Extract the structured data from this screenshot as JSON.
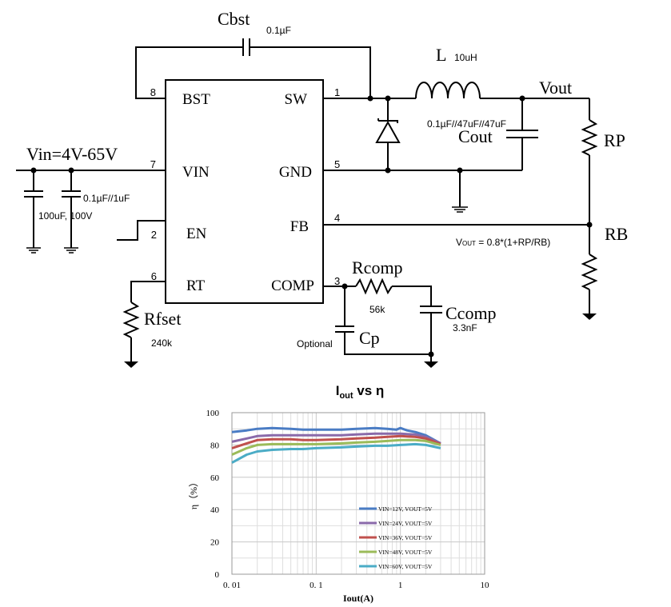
{
  "schematic": {
    "components": {
      "cbst": {
        "name": "Cbst",
        "value": "0.1µF"
      },
      "inductor": {
        "name": "L",
        "value": "10uH"
      },
      "vout": "Vout",
      "cout": {
        "name": "Cout",
        "value": "0.1µF//47uF//47uF"
      },
      "rp": "RP",
      "rb": "RB",
      "vin": "Vin=4V-65V",
      "cin_small": "0.1µF//1uF",
      "cin_bulk": "100uF, 100V",
      "rcomp": {
        "name": "Rcomp",
        "value": "56k"
      },
      "ccomp": {
        "name": "Ccomp",
        "value": "3.3nF"
      },
      "cp": {
        "name": "Cp",
        "note": "Optional"
      },
      "rfset": {
        "name": "Rfset",
        "value": "240k"
      },
      "vout_formula": {
        "prefix": "V",
        "subscript": "OUT",
        "expr": " = 0.8*(1+RP/RB)"
      }
    },
    "pins_left": [
      {
        "number": "8",
        "label": "BST"
      },
      {
        "number": "7",
        "label": "VIN"
      },
      {
        "number": "2",
        "label": "EN"
      },
      {
        "number": "6",
        "label": "RT"
      }
    ],
    "pins_right": [
      {
        "number": "1",
        "label": "SW"
      },
      {
        "number": "5",
        "label": "GND"
      },
      {
        "number": "4",
        "label": "FB"
      },
      {
        "number": "3",
        "label": "COMP"
      }
    ]
  },
  "chart_data": {
    "type": "line",
    "title": {
      "main": "I",
      "sub": "out",
      "rest": " vs η"
    },
    "xlabel": "Iout(A)",
    "ylabel": "η（%）",
    "xscale": "log",
    "xlim": [
      0.01,
      10
    ],
    "ylim": [
      0,
      100
    ],
    "xticks": [
      {
        "v": 0.01,
        "label": "0. 01"
      },
      {
        "v": 0.1,
        "label": "0. 1"
      },
      {
        "v": 1,
        "label": "1"
      },
      {
        "v": 10,
        "label": "10"
      }
    ],
    "yticks": [
      0,
      20,
      40,
      60,
      80,
      100
    ],
    "grid": true,
    "legend_position": "lower-right",
    "series": [
      {
        "name": "VIN=12V, VOUT=5V",
        "color": "#4a7cc4",
        "x": [
          0.01,
          0.015,
          0.02,
          0.03,
          0.05,
          0.07,
          0.1,
          0.2,
          0.3,
          0.5,
          0.7,
          0.9,
          1.0,
          1.2,
          1.5,
          2.0,
          3.0
        ],
        "y": [
          88,
          89,
          90,
          90.5,
          90,
          89.5,
          89.5,
          89.5,
          90,
          90.5,
          90,
          89.5,
          90.5,
          89,
          88,
          86,
          81
        ]
      },
      {
        "name": "VIN=24V, VOUT=5V",
        "color": "#8a6aaa",
        "x": [
          0.01,
          0.015,
          0.02,
          0.03,
          0.05,
          0.07,
          0.1,
          0.2,
          0.3,
          0.5,
          0.7,
          1.0,
          1.5,
          2.0,
          3.0
        ],
        "y": [
          82,
          84,
          85.5,
          86,
          86,
          86,
          86,
          86,
          86.5,
          87,
          87,
          87,
          86.5,
          85,
          81
        ]
      },
      {
        "name": "VIN=36V, VOUT=5V",
        "color": "#c0504d",
        "x": [
          0.01,
          0.015,
          0.02,
          0.03,
          0.05,
          0.07,
          0.1,
          0.2,
          0.3,
          0.5,
          0.7,
          1.0,
          1.5,
          2.0,
          3.0
        ],
        "y": [
          78,
          81,
          83,
          83.5,
          83.5,
          83,
          83,
          83.5,
          84,
          84.5,
          85,
          85.5,
          85,
          84,
          80.5
        ]
      },
      {
        "name": "VIN=48V, VOUT=5V",
        "color": "#9bbb59",
        "x": [
          0.01,
          0.015,
          0.02,
          0.03,
          0.05,
          0.07,
          0.1,
          0.2,
          0.3,
          0.5,
          0.7,
          1.0,
          1.5,
          2.0,
          3.0
        ],
        "y": [
          74,
          78,
          80,
          80.5,
          80.5,
          80.5,
          80.5,
          81,
          81.5,
          82,
          82.5,
          83,
          83,
          82.5,
          80
        ]
      },
      {
        "name": "VIN=60V, VOUT=5V",
        "color": "#4bacc6",
        "x": [
          0.01,
          0.015,
          0.02,
          0.03,
          0.05,
          0.07,
          0.1,
          0.2,
          0.3,
          0.5,
          0.7,
          1.0,
          1.5,
          2.0,
          3.0
        ],
        "y": [
          69,
          74,
          76,
          77,
          77.5,
          77.5,
          78,
          78.5,
          79,
          79.5,
          79.5,
          80,
          80.5,
          80,
          78
        ]
      }
    ]
  }
}
